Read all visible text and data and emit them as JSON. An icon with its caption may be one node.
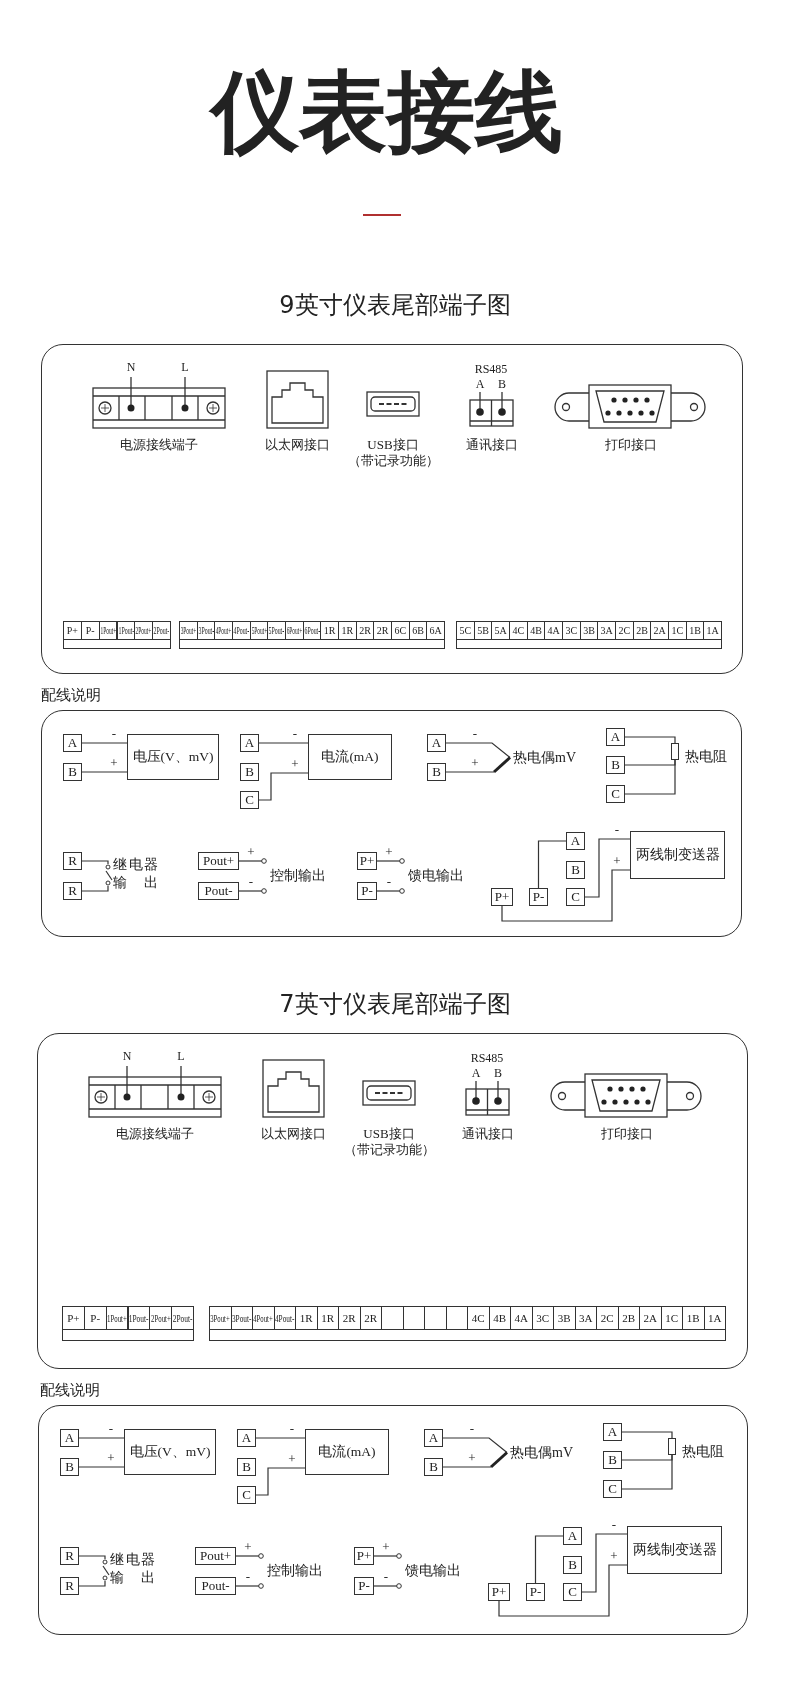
{
  "diagram": {
    "title": "仪表接线",
    "nodes": [
      {
        "text": [
          "9英寸仪表尾部端子图"
        ]
      },
      {
        "text": [
          "电源接线端子"
        ],
        "beside": [
          "N",
          "L"
        ],
        "in": 0
      },
      {
        "text": [
          "以太网接口"
        ],
        "in": 0
      },
      {
        "text": [
          "USB接口",
          "（带记录功能）"
        ],
        "in": 0
      },
      {
        "text": [
          "通讯接口"
        ],
        "beside": [
          "RS485",
          "A",
          "B"
        ],
        "in": 0
      },
      {
        "text": [
          "打印接口"
        ],
        "in": 0
      },
      {
        "text": [
          "P+",
          "P-",
          "1Pout+",
          "1Pout-",
          "2Pout+",
          "2Pout-"
        ],
        "in": 0
      },
      {
        "text": [
          "3Pout+",
          "3Pout-",
          "4Pout+",
          "4Pout-",
          "5Pout+",
          "5Pout-",
          "6Pout+",
          "6Pout-",
          "1R",
          "1R",
          "2R",
          "2R",
          "6C",
          "6B",
          "6A"
        ],
        "in": 0
      },
      {
        "text": [
          "5C",
          "5B",
          "5A",
          "4C",
          "4B",
          "4A",
          "3C",
          "3B",
          "3A",
          "2C",
          "2B",
          "2A",
          "1C",
          "1B",
          "1A"
        ],
        "in": 0
      },
      {
        "text": [
          "配线说明"
        ]
      },
      {
        "text": [
          "A"
        ],
        "in": 9
      },
      {
        "text": [
          "B"
        ],
        "in": 9
      },
      {
        "text": [
          "电压(V、mV)"
        ],
        "in": 9
      },
      {
        "text": [
          "A"
        ],
        "in": 9
      },
      {
        "text": [
          "B"
        ],
        "in": 9
      },
      {
        "text": [
          "C"
        ],
        "in": 9
      },
      {
        "text": [
          "电流(mA)"
        ],
        "in": 9
      },
      {
        "text": [
          "A"
        ],
        "in": 9
      },
      {
        "text": [
          "B"
        ],
        "in": 9
      },
      {
        "text": [
          "热电偶mV"
        ],
        "in": 9
      },
      {
        "text": [
          "A"
        ],
        "in": 9
      },
      {
        "text": [
          "B"
        ],
        "in": 9
      },
      {
        "text": [
          "C"
        ],
        "in": 9
      },
      {
        "text": [],
        "shape": "resistor",
        "beside": [
          "热电阻"
        ],
        "in": 9
      },
      {
        "text": [
          "R"
        ],
        "in": 9
      },
      {
        "text": [
          "R"
        ],
        "in": 9
      },
      {
        "text": [],
        "shape": "switch",
        "beside": [
          "继电器输出"
        ],
        "in": 9
      },
      {
        "text": [
          "Pout+"
        ],
        "in": 9
      },
      {
        "text": [
          "Pout-"
        ],
        "in": 9
      },
      {
        "text": [
          "P+"
        ],
        "in": 9
      },
      {
        "text": [
          "P-"
        ],
        "in": 9
      },
      {
        "text": [
          "A"
        ],
        "in": 9
      },
      {
        "text": [
          "两线制变送器"
        ],
        "in": 9
      },
      {
        "text": [
          "B"
        ],
        "in": 9
      },
      {
        "text": [
          "P+"
        ],
        "in": 9
      },
      {
        "text": [
          "P-"
        ],
        "in": 9
      },
      {
        "text": [
          "C"
        ],
        "in": 9
      },
      {
        "text": [
          "7英寸仪表尾部端子图"
        ]
      },
      {
        "text": [
          "电源接线端子"
        ],
        "beside": [
          "N",
          "L"
        ],
        "in": 37
      },
      {
        "text": [
          "以太网接口"
        ],
        "in": 37
      },
      {
        "text": [
          "USB接口",
          "（带记录功能）"
        ],
        "in": 37
      },
      {
        "text": [
          "通讯接口"
        ],
        "beside": [
          "RS485",
          "A",
          "B"
        ],
        "in": 37
      },
      {
        "text": [
          "打印接口"
        ],
        "in": 37
      },
      {
        "text": [
          "P+",
          "P-",
          "1Pout+",
          "1Pout-",
          "2Pout+",
          "2Pout-"
        ],
        "in": 37
      },
      {
        "text": [
          "3Pout+",
          "3Pout-",
          "4Pout+",
          "4Pout-",
          "1R",
          "1R",
          "2R",
          "2R",
          "4C",
          "4B",
          "4A",
          "3C",
          "3B",
          "3A",
          "2C",
          "2B",
          "2A",
          "1C",
          "1B",
          "1A"
        ],
        "in": 37
      },
      {
        "text": [
          "配线说明"
        ]
      },
      {
        "text": [
          "A"
        ],
        "in": 45
      },
      {
        "text": [
          "B"
        ],
        "in": 45
      },
      {
        "text": [
          "电压(V、mV)"
        ],
        "in": 45
      },
      {
        "text": [
          "A"
        ],
        "in": 45
      },
      {
        "text": [
          "B"
        ],
        "in": 45
      },
      {
        "text": [
          "C"
        ],
        "in": 45
      },
      {
        "text": [
          "电流(mA)"
        ],
        "in": 45
      },
      {
        "text": [
          "A"
        ],
        "in": 45
      },
      {
        "text": [
          "B"
        ],
        "in": 45
      },
      {
        "text": [
          "热电偶mV"
        ],
        "in": 45
      },
      {
        "text": [
          "A"
        ],
        "in": 45
      },
      {
        "text": [
          "B"
        ],
        "in": 45
      },
      {
        "text": [
          "C"
        ],
        "in": 45
      },
      {
        "text": [],
        "shape": "resistor",
        "beside": [
          "热电阻"
        ],
        "in": 45
      },
      {
        "text": [
          "R"
        ],
        "in": 45
      },
      {
        "text": [
          "R"
        ],
        "in": 45
      },
      {
        "text": [],
        "shape": "switch",
        "beside": [
          "继电器输出"
        ],
        "in": 45
      },
      {
        "text": [
          "Pout+"
        ],
        "in": 45
      },
      {
        "text": [
          "Pout-"
        ],
        "in": 45
      },
      {
        "text": [
          "P+"
        ],
        "in": 45
      },
      {
        "text": [
          "P-"
        ],
        "in": 45
      },
      {
        "text": [
          "A"
        ],
        "in": 45
      },
      {
        "text": [
          "两线制变送器"
        ],
        "in": 45
      },
      {
        "text": [
          "B"
        ],
        "in": 45
      },
      {
        "text": [
          "P+"
        ],
        "in": 45
      },
      {
        "text": [
          "P-"
        ],
        "in": 45
      },
      {
        "text": [
          "C"
        ],
        "in": 45
      },
      {
        "text": [
          "控制输出"
        ],
        "in": 9
      },
      {
        "text": [
          "馈电输出"
        ],
        "in": 9
      },
      {
        "text": [
          "控制输出"
        ],
        "in": 45
      },
      {
        "text": [
          "馈电输出"
        ],
        "in": 45
      }
    ],
    "edges": [
      {
        "from": 10,
        "to": 12,
        "arrow": "none",
        "label": "-"
      },
      {
        "from": 11,
        "to": 12,
        "arrow": "none",
        "label": "+"
      },
      {
        "from": 13,
        "to": 16,
        "arrow": "none",
        "label": "-"
      },
      {
        "from": 15,
        "to": 16,
        "arrow": "none",
        "label": "+"
      },
      {
        "from": 17,
        "to": 19,
        "arrow": "none",
        "label": "-"
      },
      {
        "from": 18,
        "to": 19,
        "arrow": "none",
        "label": "+"
      },
      {
        "from": 20,
        "to": 23,
        "arrow": "none"
      },
      {
        "from": 21,
        "to": 23,
        "arrow": "none"
      },
      {
        "from": 22,
        "to": 23,
        "arrow": "none"
      },
      {
        "from": 24,
        "to": 26,
        "arrow": "none"
      },
      {
        "from": 25,
        "to": 26,
        "arrow": "none"
      },
      {
        "from": 27,
        "to": 73,
        "arrow": "other",
        "label": "+"
      },
      {
        "from": 28,
        "to": 73,
        "arrow": "other",
        "label": "-"
      },
      {
        "from": 29,
        "to": 74,
        "arrow": "other",
        "label": "+"
      },
      {
        "from": 30,
        "to": 74,
        "arrow": "other",
        "label": "-"
      },
      {
        "from": 35,
        "to": 31,
        "arrow": "none"
      },
      {
        "from": 36,
        "to": 32,
        "arrow": "none",
        "label": "-"
      },
      {
        "from": 34,
        "to": 32,
        "arrow": "none",
        "label": "+"
      },
      {
        "from": 46,
        "to": 48,
        "arrow": "none",
        "label": "-"
      },
      {
        "from": 47,
        "to": 48,
        "arrow": "none",
        "label": "+"
      },
      {
        "from": 49,
        "to": 52,
        "arrow": "none",
        "label": "-"
      },
      {
        "from": 51,
        "to": 52,
        "arrow": "none",
        "label": "+"
      },
      {
        "from": 53,
        "to": 55,
        "arrow": "none",
        "label": "-"
      },
      {
        "from": 54,
        "to": 55,
        "arrow": "none",
        "label": "+"
      },
      {
        "from": 56,
        "to": 59,
        "arrow": "none"
      },
      {
        "from": 57,
        "to": 59,
        "arrow": "none"
      },
      {
        "from": 58,
        "to": 59,
        "arrow": "none"
      },
      {
        "from": 60,
        "to": 62,
        "arrow": "none"
      },
      {
        "from": 61,
        "to": 62,
        "arrow": "none"
      },
      {
        "from": 63,
        "to": 75,
        "arrow": "other",
        "label": "+"
      },
      {
        "from": 64,
        "to": 75,
        "arrow": "other",
        "label": "-"
      },
      {
        "from": 65,
        "to": 76,
        "arrow": "other",
        "label": "+"
      },
      {
        "from": 66,
        "to": 76,
        "arrow": "other",
        "label": "-"
      },
      {
        "from": 71,
        "to": 67,
        "arrow": "none"
      },
      {
        "from": 72,
        "to": 68,
        "arrow": "none",
        "label": "-"
      },
      {
        "from": 70,
        "to": 68,
        "arrow": "none",
        "label": "+"
      }
    ]
  }
}
